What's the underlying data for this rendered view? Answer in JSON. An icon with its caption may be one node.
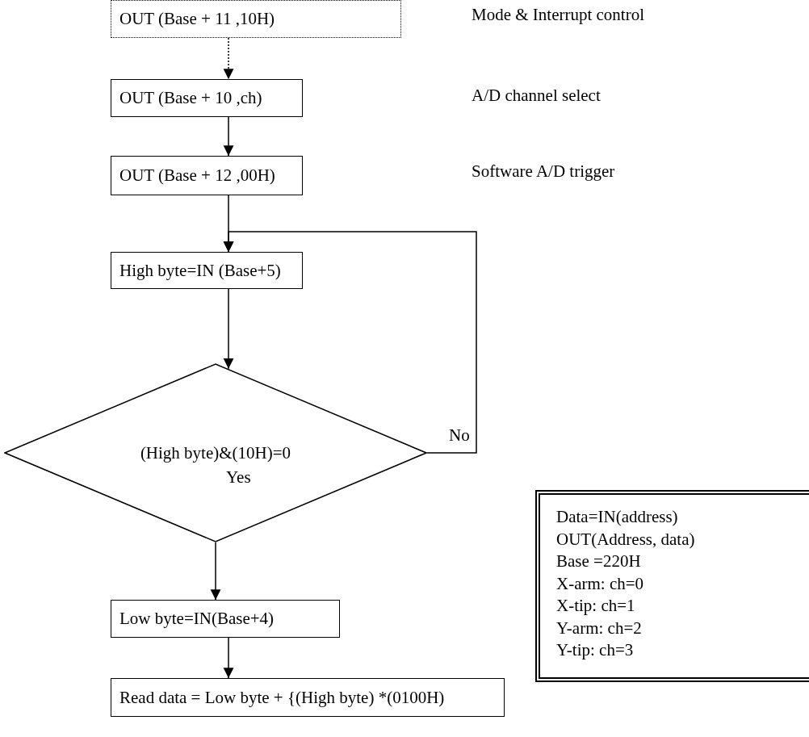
{
  "diagram": {
    "nodes": [
      {
        "text": [
          "OUT (Base + 11 ,10H)"
        ]
      },
      {
        "text": [
          "OUT (Base + 10 ,ch)"
        ]
      },
      {
        "text": [
          "OUT (Base + 12 ,00H)"
        ]
      },
      {
        "text": [
          "High byte=IN (Base+5)"
        ]
      },
      {
        "text": [
          "(High byte)&(10H)=0"
        ]
      },
      {
        "text": [
          "Low byte=IN(Base+4)"
        ]
      },
      {
        "text": [
          "Read data = Low byte + {(High byte) *(0100H)"
        ]
      },
      {
        "text": [
          "Data=IN(address)",
          "OUT(Address, data)",
          "Base =220H",
          "X-arm: ch=0",
          "X-tip: ch=1",
          "Y-arm: ch=2",
          "Y-tip: ch=3"
        ]
      }
    ],
    "edges": [
      {
        "from": 0,
        "to": 1,
        "arrow": "to",
        "style": "dashed"
      },
      {
        "from": 1,
        "to": 2,
        "arrow": "to"
      },
      {
        "from": 2,
        "to": 3,
        "arrow": "to"
      },
      {
        "from": 4,
        "to": 3,
        "arrow": "to",
        "label": "No"
      },
      {
        "from": 3,
        "to": 4,
        "arrow": "to"
      },
      {
        "from": 4,
        "to": 5,
        "arrow": "to",
        "label": "Yes"
      },
      {
        "from": 5,
        "to": 6,
        "arrow": "to"
      }
    ],
    "labels": [
      "Mode & Interrupt control",
      "A/D channel select",
      "Software A/D trigger"
    ]
  }
}
